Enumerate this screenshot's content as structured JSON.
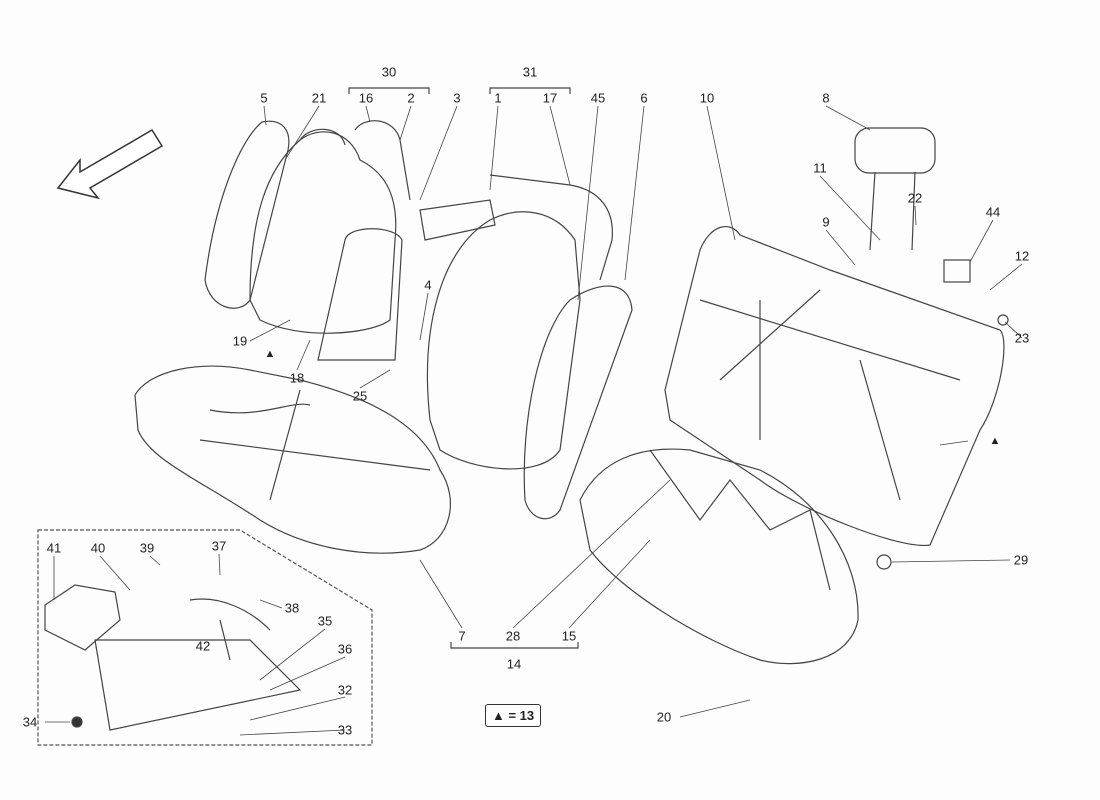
{
  "title": "Rear seats exploded parts diagram",
  "callouts": {
    "c5": "5",
    "c21": "21",
    "c30": "30",
    "c16": "16",
    "c2": "2",
    "c3": "3",
    "c31": "31",
    "c1": "1",
    "c17": "17",
    "c45": "45",
    "c6": "6",
    "c10": "10",
    "c8": "8",
    "c11": "11",
    "c9": "9",
    "c22": "22",
    "c44": "44",
    "c12": "12",
    "c23": "23",
    "c19": "19",
    "c18": "18",
    "c4": "4",
    "c25": "25",
    "c7": "7",
    "c28": "28",
    "c15": "15",
    "c14": "14",
    "c29": "29",
    "c20": "20",
    "c41": "41",
    "c40": "40",
    "c39": "39",
    "c37": "37",
    "c38": "38",
    "c42": "42",
    "c35": "35",
    "c36": "36",
    "c34": "34",
    "c32": "32",
    "c33": "33"
  },
  "marker": "▲",
  "legend": "▲ = 13",
  "colors": {
    "line": "#333333",
    "background": "#fdfdfd"
  }
}
